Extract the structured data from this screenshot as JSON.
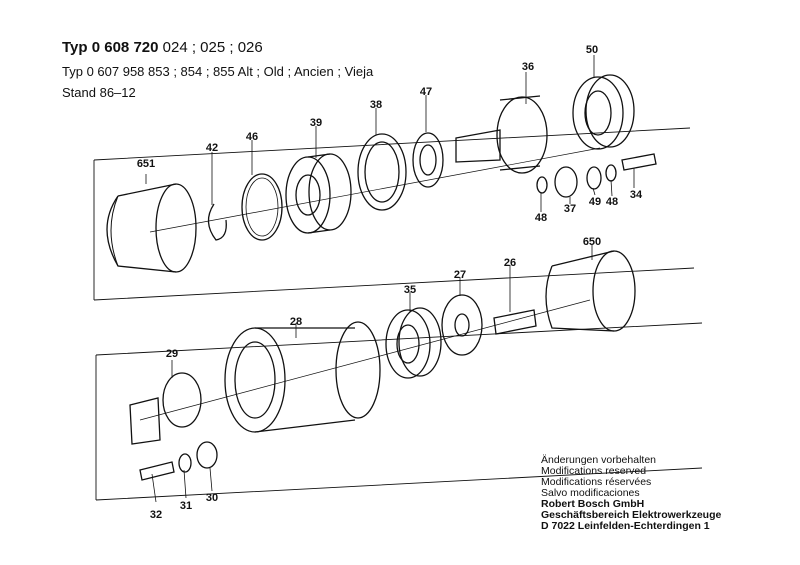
{
  "header": {
    "type_prefix": "Typ 0 608",
    "type_bold": "720",
    "type_rest": "024 ; 025 ; 026",
    "alt_line": "Typ 0 607 958 853 ; 854 ; 855   Alt ; Old ; Ancien ; Vieja",
    "stand_line": "Stand   86–12"
  },
  "parts": [
    "651",
    "42",
    "46",
    "39",
    "38",
    "47",
    "36",
    "50",
    "48",
    "37",
    "49",
    "48",
    "34",
    "28",
    "35",
    "27",
    "26",
    "650",
    "29",
    "32",
    "31",
    "30"
  ],
  "notes": {
    "lines": [
      "Änderungen vorbehalten",
      "Modifications reserved",
      "Modifications réservées",
      "Salvo modificaciones"
    ],
    "company": [
      "Robert Bosch GmbH",
      "Geschäftsbereich Elektrowerkzeuge",
      "D 7022 Leinfelden-Echterdingen 1"
    ]
  }
}
